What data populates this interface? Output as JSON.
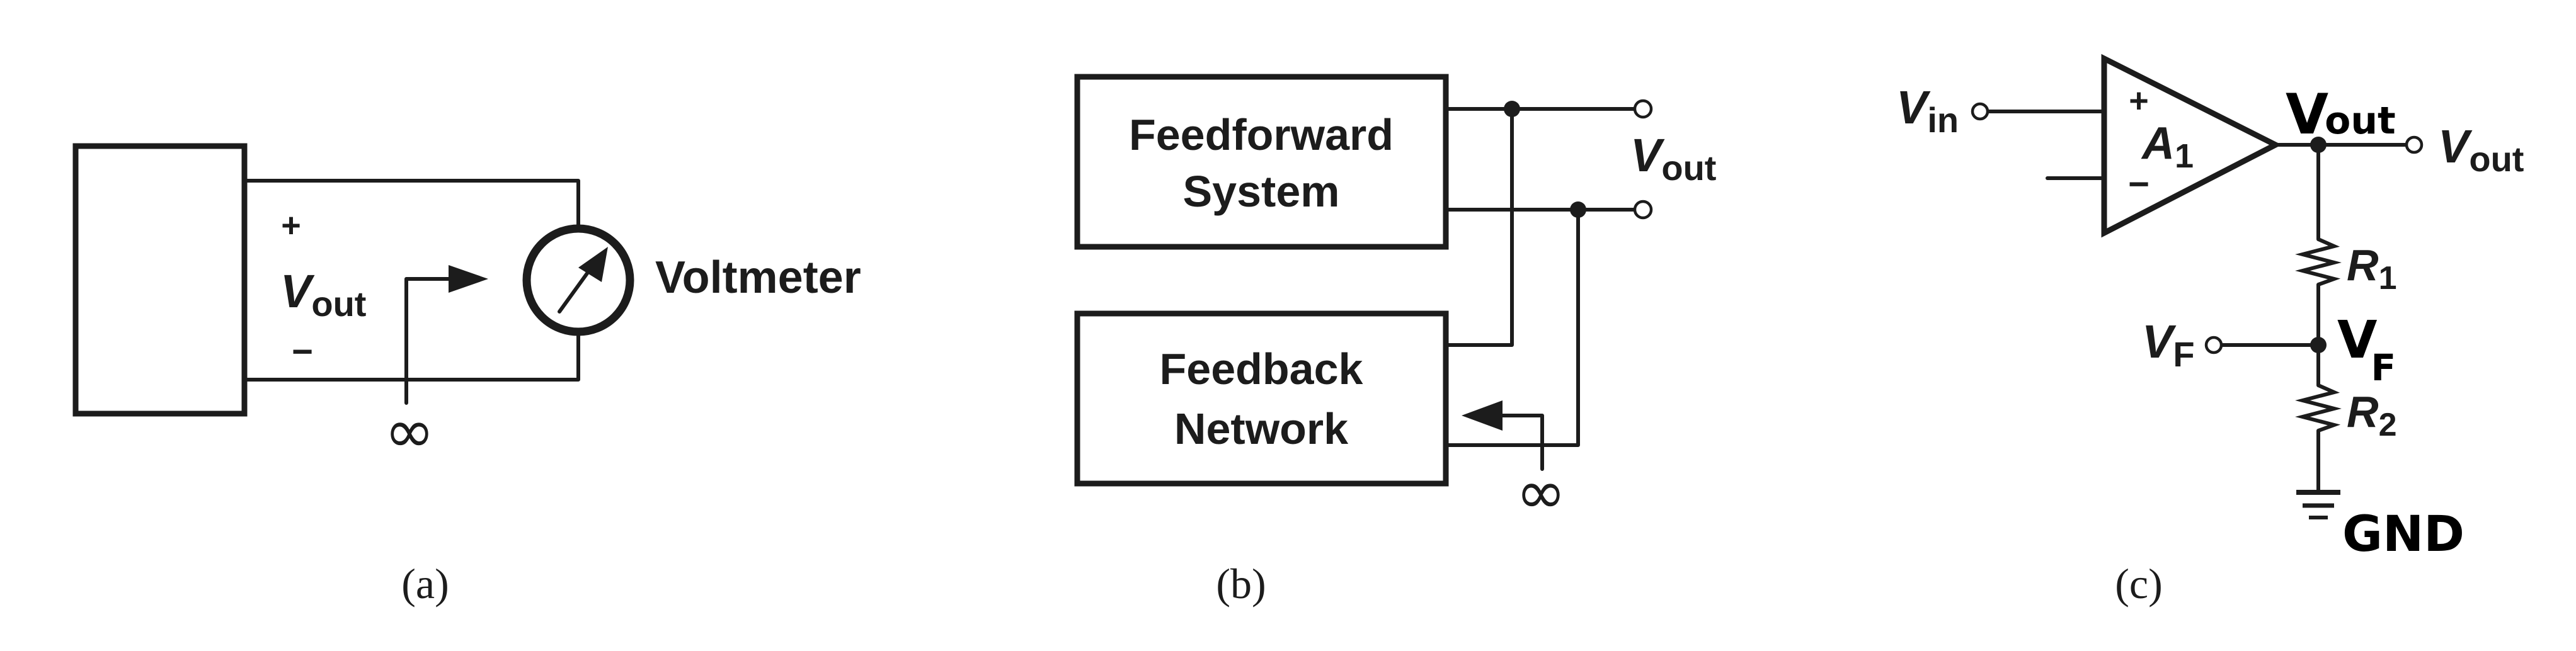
{
  "panel_a": {
    "plus": "+",
    "minus": "−",
    "vout_main": "V",
    "vout_sub": "out",
    "meter_label": "Voltmeter",
    "infinity": "∞",
    "caption": "(a)"
  },
  "panel_b": {
    "feedforward_line1": "Feedforward",
    "feedforward_line2": "System",
    "feedback_line1": "Feedback",
    "feedback_line2": "Network",
    "vout_main": "V",
    "vout_sub": "out",
    "infinity": "∞",
    "caption": "(b)"
  },
  "panel_c": {
    "vin_main": "V",
    "vin_sub": "in",
    "amp_plus": "+",
    "amp_minus": "−",
    "amp_main": "A",
    "amp_sub": "1",
    "vout_main": "V",
    "vout_sub": "out",
    "hand_vout_main": "V",
    "hand_vout_sub": "out",
    "r1_main": "R",
    "r1_sub": "1",
    "vf_main": "V",
    "vf_sub": "F",
    "hand_vf_main": "V",
    "hand_vf_sub": "F",
    "r2_main": "R",
    "r2_sub": "2",
    "gnd": "GND",
    "caption": "(c)"
  },
  "colors": {
    "ink": "#1c1c1c",
    "background": "#ffffff"
  }
}
